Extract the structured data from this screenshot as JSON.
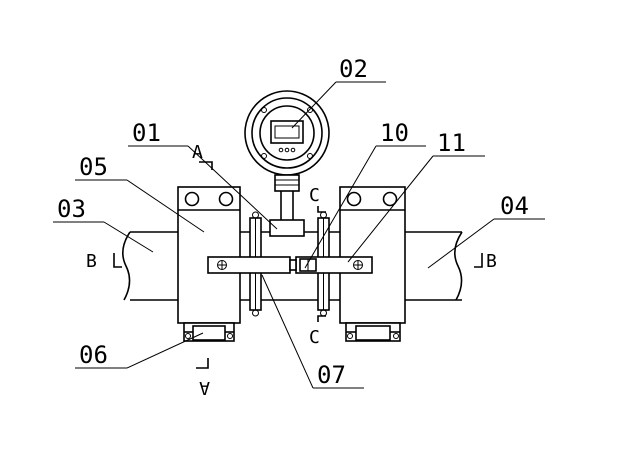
{
  "labels": {
    "p01": "01",
    "p02": "02",
    "p03": "03",
    "p04": "04",
    "p05": "05",
    "p06": "06",
    "p07": "07",
    "p10": "10",
    "p11": "11"
  },
  "sections": {
    "a_top": "A",
    "a_bottom": "A",
    "b_left": "B",
    "b_right": "B",
    "c_top": "C",
    "c_bottom": "C"
  },
  "colors": {
    "stroke": "#000000",
    "background": "#ffffff"
  }
}
